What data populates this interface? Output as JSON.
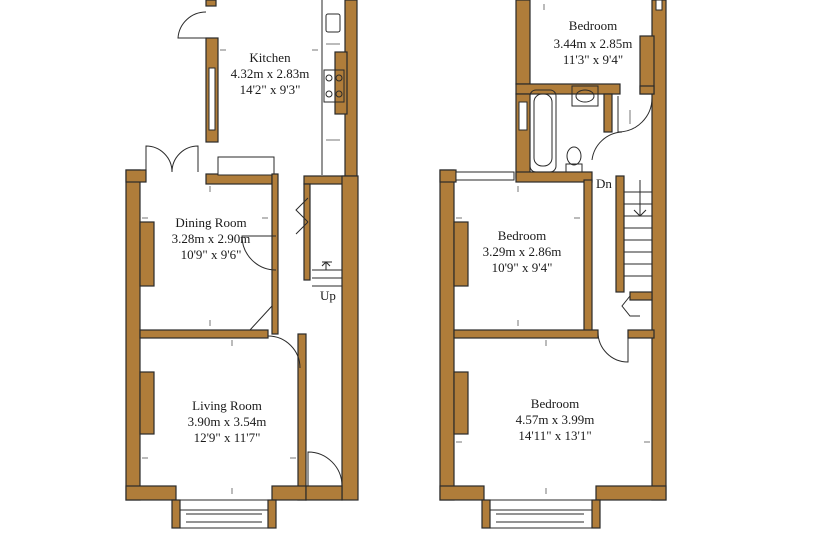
{
  "ground_floor": {
    "kitchen": {
      "name": "Kitchen",
      "metric": "4.32m x 2.83m",
      "imperial": "14'2\" x 9'3\""
    },
    "dining_room": {
      "name": "Dining Room",
      "metric": "3.28m x 2.90m",
      "imperial": "10'9\" x 9'6\""
    },
    "living_room": {
      "name": "Living Room",
      "metric": "3.90m x 3.54m",
      "imperial": "12'9\" x 11'7\""
    },
    "stairs_label": "Up"
  },
  "first_floor": {
    "bedroom_rear": {
      "name": "Bedroom",
      "metric": "3.44m x 2.85m",
      "imperial": "11'3\" x 9'4\""
    },
    "bedroom_middle": {
      "name": "Bedroom",
      "metric": "3.29m x 2.86m",
      "imperial": "10'9\" x 9'4\""
    },
    "bedroom_front": {
      "name": "Bedroom",
      "metric": "4.57m x 3.99m",
      "imperial": "14'11\" x 13'1\""
    },
    "stairs_label": "Dn"
  },
  "colors": {
    "wall": "#b07d3a",
    "line": "#2a2a2a",
    "background": "#ffffff"
  }
}
